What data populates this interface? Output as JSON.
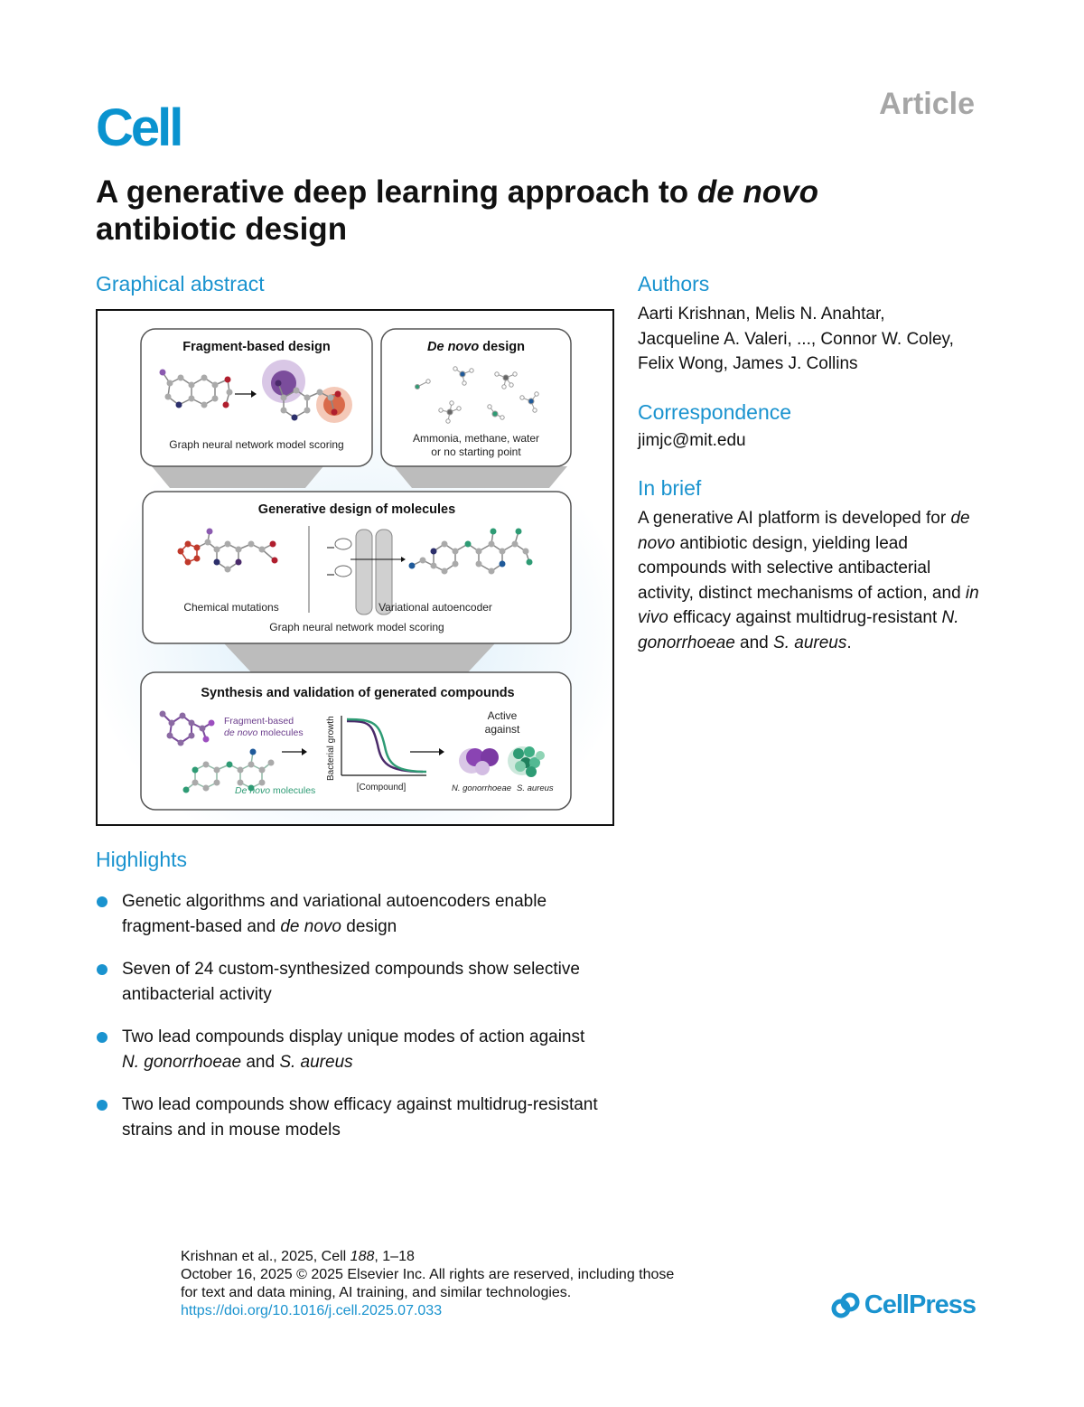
{
  "header": {
    "journal": "Cell",
    "article_type": "Article"
  },
  "title": {
    "part1": "A generative deep learning approach to ",
    "italic": "de novo",
    "part2": "antibiotic design"
  },
  "graphical_abstract": {
    "heading": "Graphical abstract",
    "fragment_title": "Fragment-based design",
    "fragment_caption": "Graph neural network model scoring",
    "denovo_title_italic": "De novo",
    "denovo_title_rest": " design",
    "denovo_caption_line1": "Ammonia, methane, water",
    "denovo_caption_line2": "or no starting point",
    "generative_title": "Generative design of molecules",
    "chem_mut_label": "Chemical mutations",
    "vae_label": "Variational autoencoder",
    "generative_caption": "Graph neural network model scoring",
    "synthesis_title": "Synthesis and validation of generated compounds",
    "frag_mol_label1": "Fragment-based",
    "frag_mol_label2_italic": "de novo",
    "frag_mol_label2_rest": " molecules",
    "denovo_mol_label_italic": "De novo",
    "denovo_mol_label_rest": " molecules",
    "y_axis_label": "Bacterial growth",
    "x_axis_label": "[Compound]",
    "active_line1": "Active",
    "active_line2": "against",
    "bacterium1": "N. gonorrhoeae",
    "bacterium2": "S. aureus"
  },
  "authors": {
    "heading": "Authors",
    "line1": "Aarti Krishnan, Melis N. Anahtar,",
    "line2": "Jacqueline A. Valeri, ..., Connor W. Coley,",
    "line3": "Felix Wong, James J. Collins"
  },
  "correspondence": {
    "heading": "Correspondence",
    "email": "jimjc@mit.edu"
  },
  "in_brief": {
    "heading": "In brief",
    "t1": "A generative AI platform is developed for ",
    "t2": "de novo",
    "t3": " antibiotic design, yielding lead compounds with selective antibacterial activity, distinct mechanisms of action, and ",
    "t4": "in vivo",
    "t5": " efficacy against multidrug-resistant ",
    "t6": "N. gonorrhoeae",
    "t7": " and ",
    "t8": "S. aureus",
    "t9": "."
  },
  "highlights": {
    "heading": "Highlights",
    "h1a": "Genetic algorithms and variational autoencoders enable fragment-based and ",
    "h1b": "de novo",
    "h1c": " design",
    "h2": "Seven of 24 custom-synthesized compounds show selective antibacterial activity",
    "h3a": "Two lead compounds display unique modes of action against ",
    "h3b": "N. gonorrhoeae",
    "h3c": " and ",
    "h3d": "S. aureus",
    "h4": "Two lead compounds show efficacy against multidrug-resistant strains and in mouse models"
  },
  "footer": {
    "c1": "Krishnan et al., 2025, Cell ",
    "c2": "188",
    "c3": ", 1–18",
    "line2": "October 16, 2025 © 2025 Elsevier Inc. All rights are reserved, including those",
    "line3": "for text and data mining, AI training, and similar technologies.",
    "doi": "https://doi.org/10.1016/j.cell.2025.07.033"
  },
  "publisher": "CellPress",
  "colors": {
    "accent": "#1a93cf",
    "purple": "#6b3d8c",
    "green": "#2e9b74",
    "red": "#c0392b"
  }
}
